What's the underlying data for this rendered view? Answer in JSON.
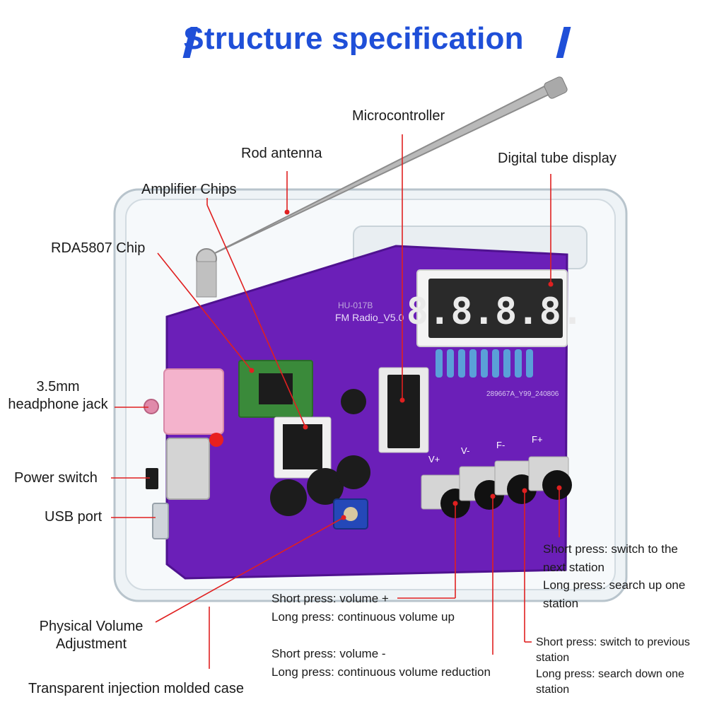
{
  "title": "Structure specification",
  "colors": {
    "title": "#1f4fd8",
    "pcb": "#6b1fb8",
    "leader": "#e02020",
    "case": "#e8eef2"
  },
  "labels": {
    "microcontroller": "Microcontroller",
    "rod_antenna": "Rod antenna",
    "digital_tube_display": "Digital tube display",
    "amplifier_chips": "Amplifier Chips",
    "rda5807_chip": "RDA5807 Chip",
    "headphone_jack_line1": "3.5mm",
    "headphone_jack_line2": "headphone jack",
    "power_switch": "Power switch",
    "usb_port": "USB port",
    "volume_adjust_line1": "Physical Volume",
    "volume_adjust_line2": "Adjustment",
    "case": "Transparent injection molded case"
  },
  "button_notes": {
    "volume_up_short": "Short press: volume +",
    "volume_up_long": "Long press: continuous volume up",
    "volume_down_short": "Short press: volume -",
    "volume_down_long": "Long press: continuous volume reduction",
    "next_short_1": "Short press: switch to the",
    "next_short_2": "next station",
    "next_long_1": "Long press: search up one",
    "next_long_2": "station",
    "prev_short_1": "Short press: switch to previous",
    "prev_short_2": "station",
    "prev_long_1": "Long press: search down one",
    "prev_long_2": "station"
  },
  "board": {
    "model": "HU-017B",
    "name": "FM Radio_V5.0",
    "serial": "289667A_Y99_240806",
    "display_digits": "8.8.8.8.",
    "button_labels": [
      "V+",
      "V-",
      "F-",
      "F+"
    ]
  }
}
